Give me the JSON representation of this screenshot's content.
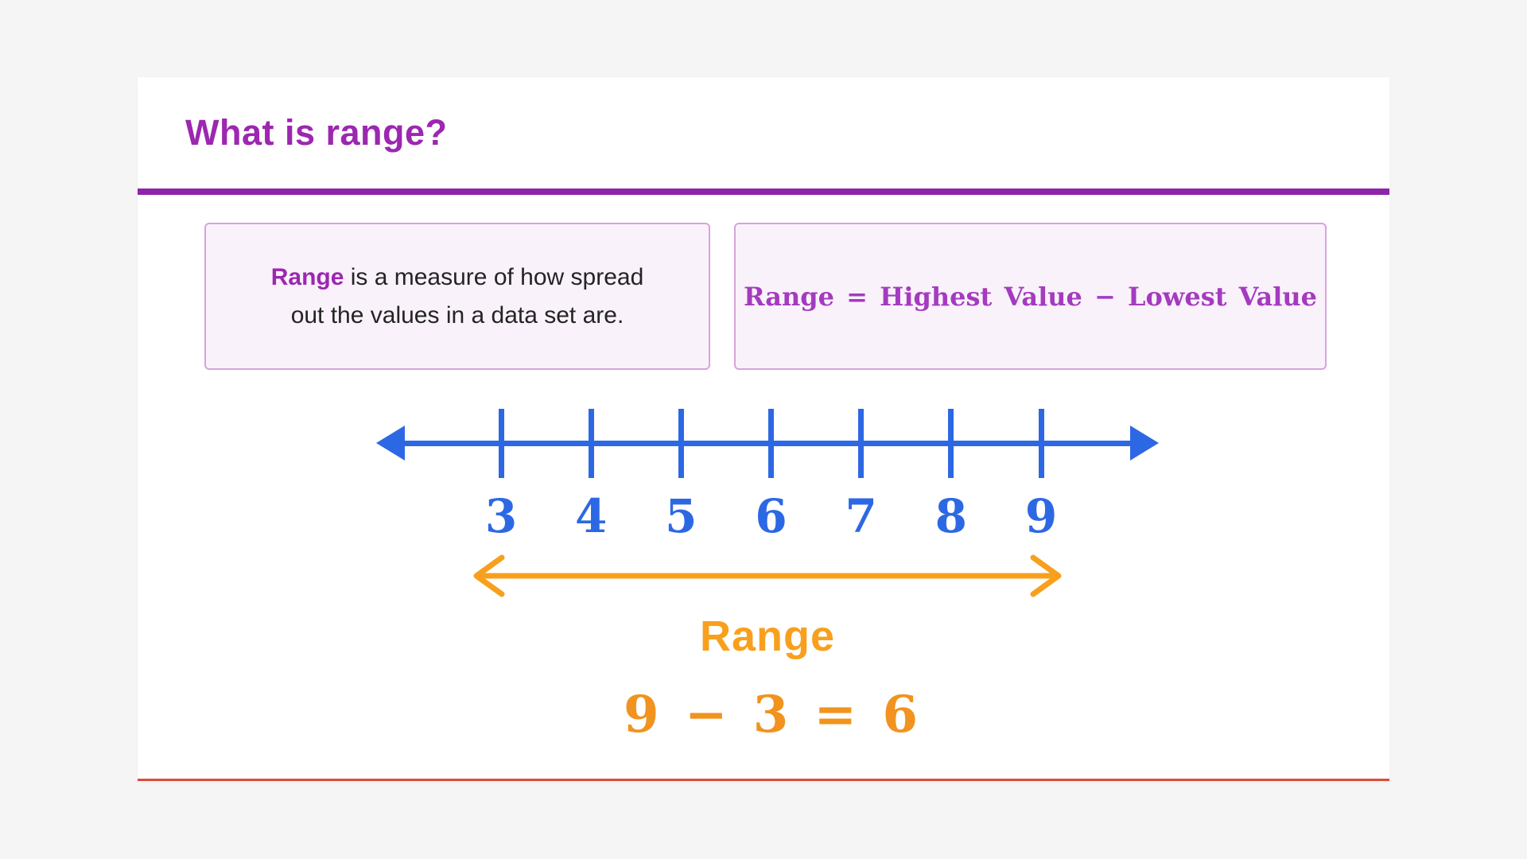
{
  "page": {
    "background": "#F5F5F6"
  },
  "header": {
    "title": "What is range?",
    "title_color": "#9C27B0",
    "divider_color": "#8E24AA"
  },
  "definition_box": {
    "term": "Range",
    "line1_rest": " is a measure of how spread",
    "line2": "out the values in a data set are."
  },
  "formula_box": {
    "formula": "Range = Highest Value − Lowest Value",
    "color": "#A43BBF"
  },
  "number_line": {
    "values": [
      "3",
      "4",
      "5",
      "6",
      "7",
      "8",
      "9"
    ],
    "color": "#2D68E4"
  },
  "range_annotation": {
    "label": "Range",
    "equation": "9 − 3 = 6",
    "highest": 9,
    "lowest": 3,
    "result": 6,
    "color": "#F8A01D"
  },
  "card": {
    "bottom_border_color": "#DD4B39"
  }
}
